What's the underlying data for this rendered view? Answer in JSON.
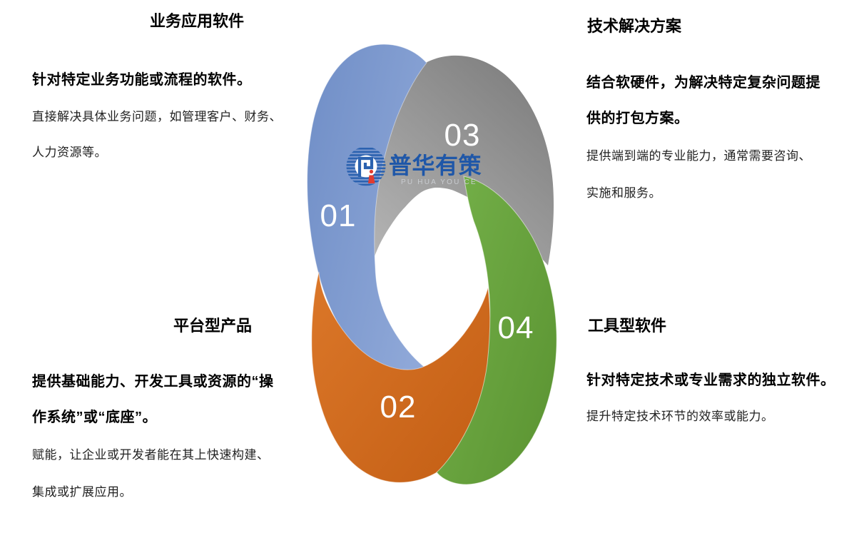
{
  "diagram": {
    "title_hint": "four interlocking ring segments with numbered software categories",
    "rings": [
      {
        "number": "01",
        "color": "#7E9BD0",
        "section": "top_left"
      },
      {
        "number": "02",
        "color": "#D2691E",
        "section": "bottom_left"
      },
      {
        "number": "03",
        "color": "#8C8C8C",
        "section": "top_right"
      },
      {
        "number": "04",
        "color": "#66A73C",
        "section": "bottom_right"
      }
    ],
    "logo": {
      "name": "普华有策",
      "subtext": "PU HUA YOU CE",
      "brand_color": "#1F57A8",
      "accent_red": "#E03C31"
    }
  },
  "sections": {
    "top_left": {
      "heading": "业务应用软件",
      "lines": [
        "针对特定业务功能或流程的软件。",
        "直接解决具体业务问题，如管理客户、财务、",
        "人力资源等。"
      ]
    },
    "top_right": {
      "heading": "技术解决方案",
      "lines": [
        "结合软硬件，为解决特定复杂问题提",
        "供的打包方案。",
        "提供端到端的专业能力，通常需要咨询、",
        "实施和服务。"
      ]
    },
    "bottom_left": {
      "heading": "平台型产品",
      "lines": [
        "提供基础能力、开发工具或资源的“操",
        "作系统”或“底座”。",
        "赋能，让企业或开发者能在其上快速构建、",
        "集成或扩展应用。"
      ]
    },
    "bottom_right": {
      "heading": "工具型软件",
      "lines": [
        "针对特定技术或专业需求的独立软件。",
        "提升特定技术环节的效率或能力。"
      ]
    }
  }
}
